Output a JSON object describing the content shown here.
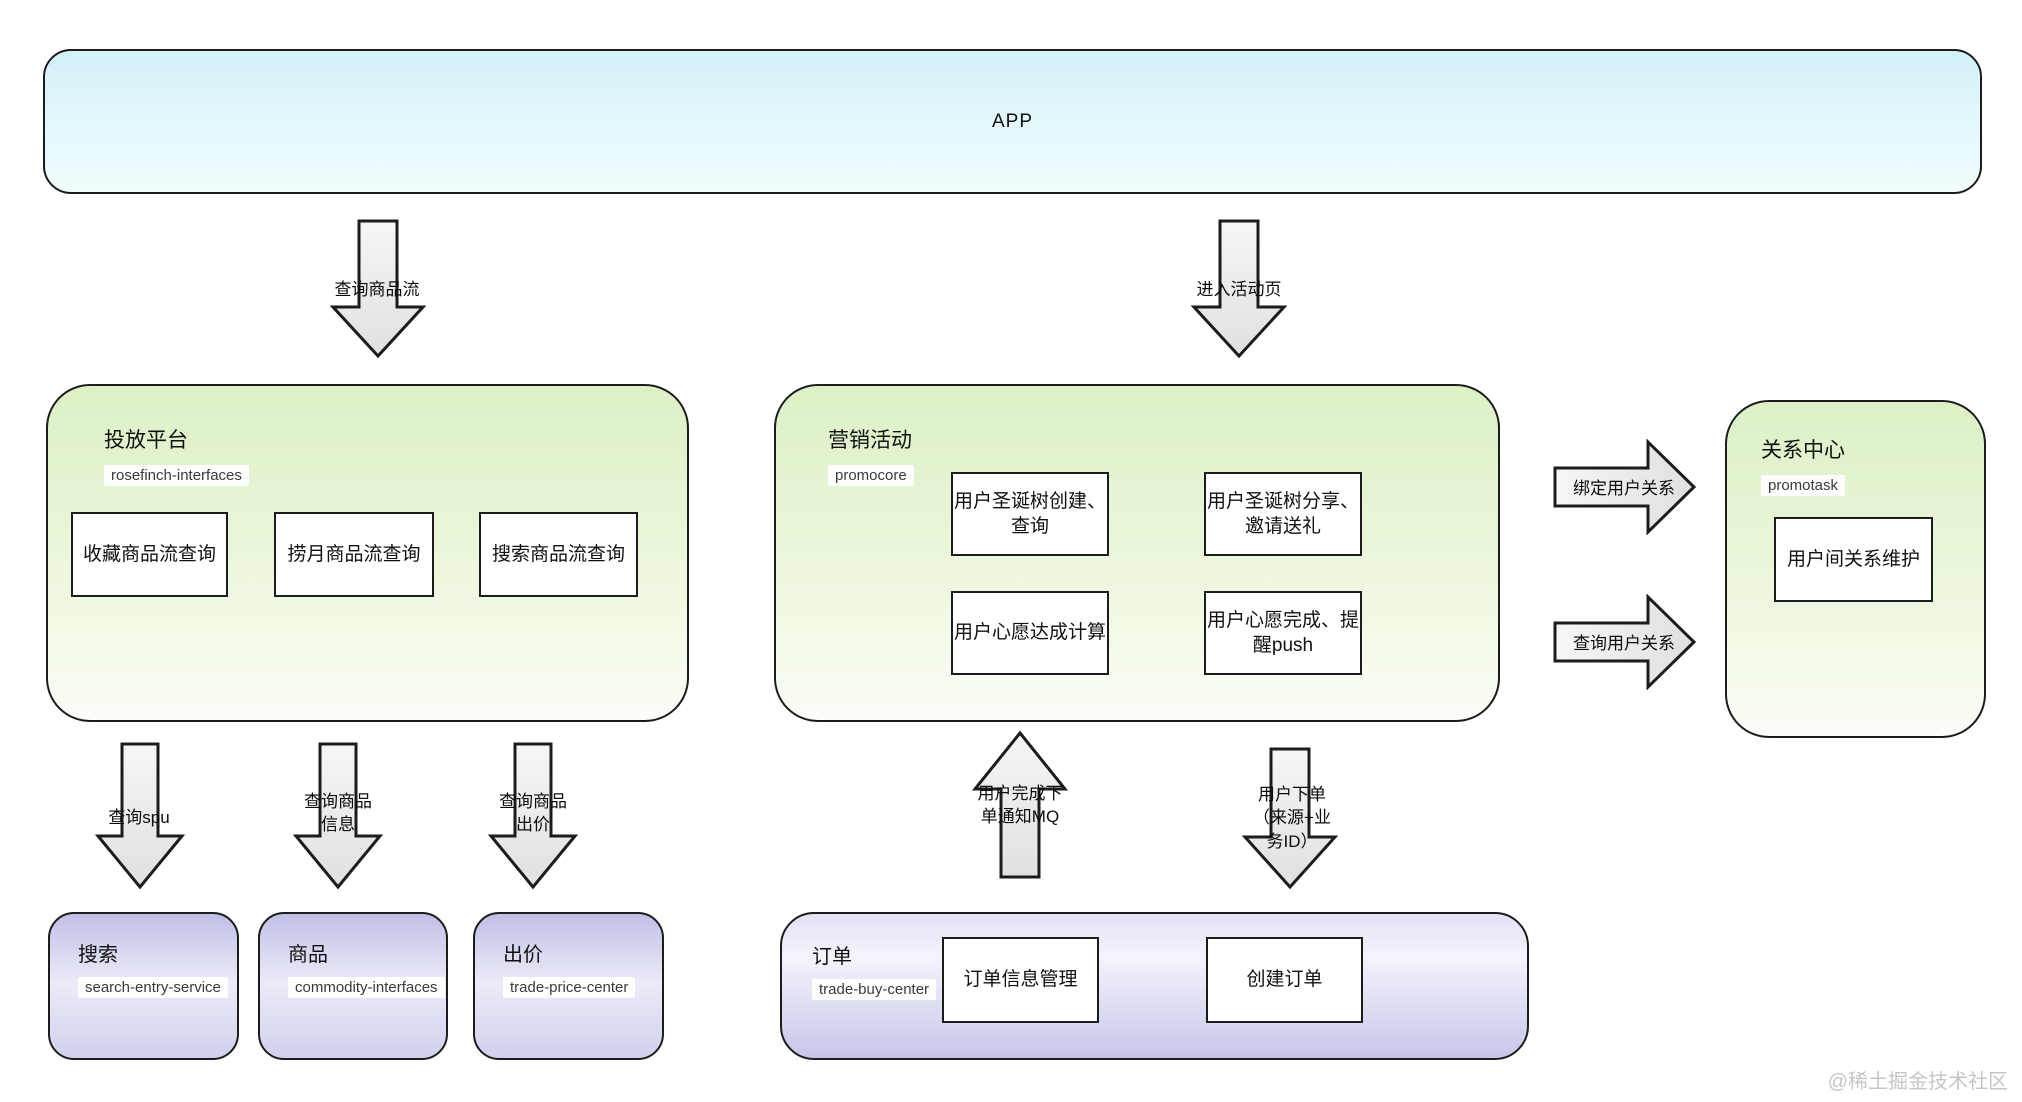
{
  "watermark": "@稀土掘金技术社区",
  "app_box": {
    "title": "APP"
  },
  "platform_box": {
    "title": "投放平台",
    "service": "rosefinch-interfaces",
    "modules": [
      "收藏商品流查询",
      "捞月商品流查询",
      "搜索商品流查询"
    ]
  },
  "marketing_box": {
    "title": "营销活动",
    "service": "promocore",
    "modules": [
      "用户圣诞树创建、\n查询",
      "用户圣诞树分享、\n邀请送礼",
      "用户心愿达成计算",
      "用户心愿完成、提\n醒push"
    ]
  },
  "relation_box": {
    "title": "关系中心",
    "service": "promotask",
    "modules": [
      "用户间关系维护"
    ]
  },
  "search_box": {
    "title": "搜索",
    "service": "search-entry-service"
  },
  "commodity_box": {
    "title": "商品",
    "service": "commodity-interfaces"
  },
  "price_box": {
    "title": "出价",
    "service": "trade-price-center"
  },
  "order_box": {
    "title": "订单",
    "service": "trade-buy-center",
    "modules": [
      "订单信息管理",
      "创建订单"
    ]
  },
  "arrow_labels": {
    "app_to_platform": "查询商品流",
    "app_to_marketing": "进入活动页",
    "platform_to_search": "查询spu",
    "platform_to_commodity": "查询商品\n信息",
    "platform_to_price": "查询商品\n出价",
    "order_to_marketing": "用户完成下\n单通知MQ",
    "marketing_to_order": "用户下单\n（来源+业\n务ID）",
    "bind_user_relation": "绑定用户关系",
    "query_user_relation": "查询用户关系"
  },
  "colors": {
    "border": "#1c1c1c",
    "app_fill_top": "#d2f1f8",
    "green_fill_top": "#dcf0c6",
    "purple_fill": "#c6c6e9",
    "arrow_fill": "#ededed",
    "watermark_text": "#c6c6c6"
  }
}
